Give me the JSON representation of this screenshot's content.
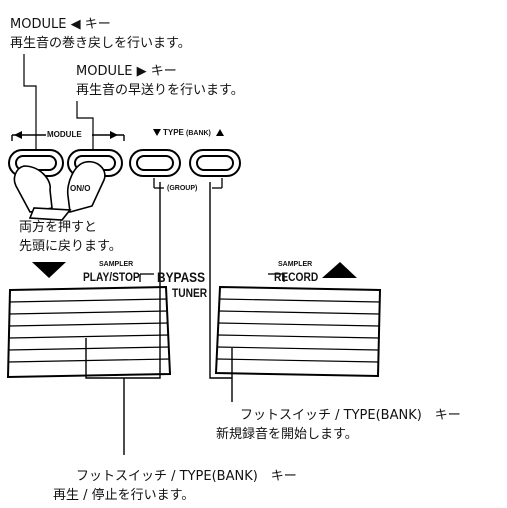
{
  "annotations": {
    "module_left_key": "MODULE ◀ キー",
    "module_left_desc": "再生音の巻き戻しを行います。",
    "module_right_key": "MODULE ▶ キー",
    "module_right_desc": "再生音の早送りを行います。",
    "both_press_line1": "両方を押すと",
    "both_press_line2": "先頭に戻ります。",
    "footswitch_record_key": "フットスイッチ / TYPE(BANK)　キー",
    "footswitch_record_desc": "新規録音を開始します。",
    "footswitch_play_key": "フットスイッチ / TYPE(BANK)　キー",
    "footswitch_play_desc": "再生 / 停止を行います。"
  },
  "panel": {
    "module_label": "MODULE",
    "on_off_label": "ON/O",
    "type_label": "TYPE",
    "bank_label": "(BANK)",
    "group_label": "(GROUP)",
    "sampler_left": "SAMPLER",
    "play_stop": "PLAY/STOP",
    "bypass": "BYPASS",
    "tuner": "TUNER",
    "sampler_right": "SAMPLER",
    "record": "RECORD"
  }
}
